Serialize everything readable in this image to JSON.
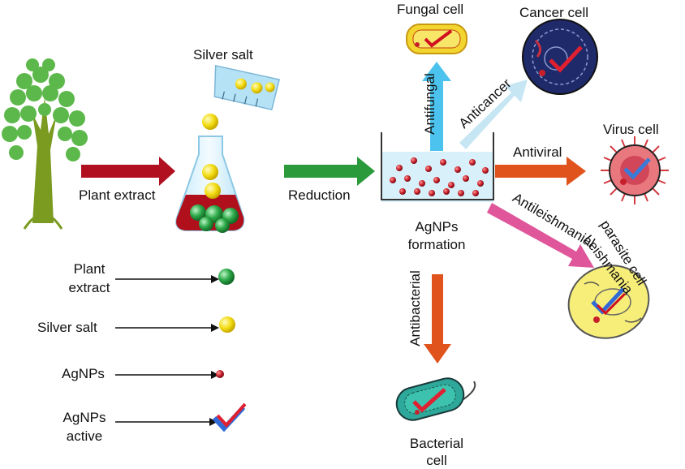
{
  "labels": {
    "silver_salt_top": "Silver salt",
    "plant_extract_arrow": "Plant extract",
    "reduction": "Reduction",
    "agnps_formation_line1": "AgNPs",
    "agnps_formation_line2": "formation",
    "fungal_cell": "Fungal cell",
    "cancer_cell": "Cancer cell",
    "virus_cell": "Virus cell",
    "leishmania_line1": "Leishmania",
    "leishmania_line2": "parasite cell",
    "bacterial_line1": "Bacterial",
    "bacterial_line2": "cell",
    "antifungal": "Antifungal",
    "anticancer": "Anticancer",
    "antiviral": "Antiviral",
    "antileishmanial": "Antileishmanial",
    "antibacterial": "Antibacterial"
  },
  "legend": {
    "plant_extract_line1": "Plant",
    "plant_extract_line2": "extract",
    "silver_salt": "Silver salt",
    "agnps": "AgNPs",
    "agnps_active_line1": "AgNPs",
    "agnps_active_line2": "active"
  },
  "colors": {
    "red_arrow": "#b01020",
    "green_arrow": "#2a9a3a",
    "orange_arrow": "#e0531c",
    "blue_arrow": "#4cc3ee",
    "light_blue_arrow": "#c6e6f4",
    "pink_arrow": "#e0569a",
    "tree_green": "#5cb84a",
    "nanoparticle_red": "#c8202a",
    "salt_yellow": "#f4e020",
    "extract_green": "#2eaa4a"
  }
}
